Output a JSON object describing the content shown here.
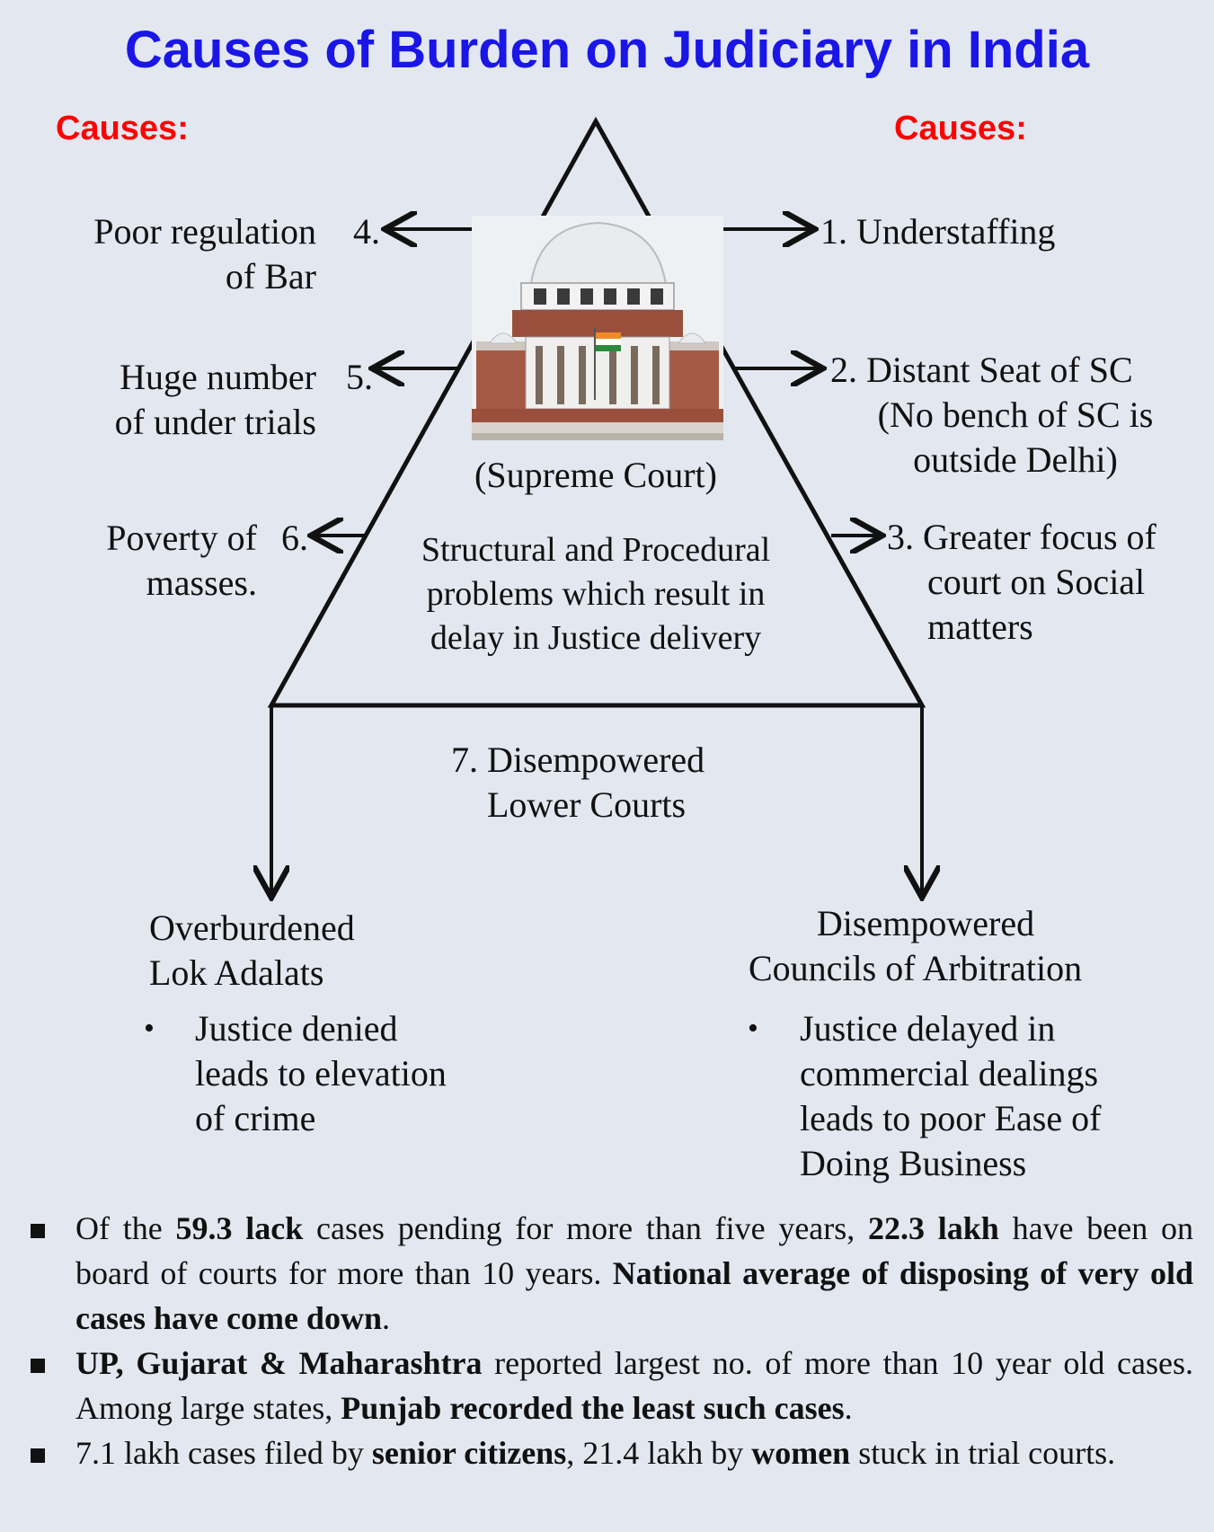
{
  "title": "Causes of Burden on Judiciary in India",
  "causes_label_left": "Causes:",
  "causes_label_right": "Causes:",
  "causes": {
    "c1": {
      "num": "1.",
      "text": "Understaffing"
    },
    "c2": {
      "num": "2.",
      "line1": "Distant Seat of SC",
      "line2": "(No bench of SC is",
      "line3": "outside Delhi)"
    },
    "c3": {
      "num": "3.",
      "line1": "Greater focus of",
      "line2": "court on Social",
      "line3": "matters"
    },
    "c4": {
      "num": "4.",
      "line1": "Poor regulation",
      "line2": "of Bar"
    },
    "c5": {
      "num": "5.",
      "line1": "Huge number",
      "line2": "of under trials"
    },
    "c6": {
      "num": "6.",
      "line1": "Poverty of",
      "line2": "masses."
    },
    "c7": {
      "num": "7.",
      "line1": "Disempowered",
      "line2": "Lower Courts"
    }
  },
  "pyramid": {
    "image_caption": "(Supreme Court)",
    "center_line1": "Structural and Procedural",
    "center_line2": "problems which result in",
    "center_line3": "delay in Justice delivery"
  },
  "outcomes": {
    "left": {
      "title_line1": "Overburdened",
      "title_line2": "Lok Adalats",
      "bullet_line1": "Justice denied",
      "bullet_line2": "leads to elevation",
      "bullet_line3": "of crime"
    },
    "right": {
      "title_line1": "Disempowered",
      "title_line2": "Councils of Arbitration",
      "bullet_line1": "Justice delayed in",
      "bullet_line2": "commercial dealings",
      "bullet_line3": "leads to poor Ease of",
      "bullet_line4": "Doing Business"
    },
    "bullet_symbol": "•"
  },
  "facts": {
    "f1": {
      "a": "Of the ",
      "b": "59.3 lack",
      "c": " cases pending for more than five years, ",
      "d": "22.3 lakh",
      "e": " have been on board of courts for more than 10 years. ",
      "f": "National average of disposing of very old cases have come down",
      "g": "."
    },
    "f2": {
      "a": "UP, Gujarat & Maharashtra",
      "b": " reported largest no. of more than 10 year old cases. Among large states, ",
      "c": "Punjab recorded the least such cases",
      "d": "."
    },
    "f3": {
      "a": "7.1 lakh cases filed by ",
      "b": "senior citizens",
      "c": ", 21.4 lakh by ",
      "d": "women",
      "e": " stuck in trial courts."
    }
  },
  "colors": {
    "title": "#1a16e6",
    "causes_label": "#ff0000",
    "background": "#e2e7f0"
  }
}
